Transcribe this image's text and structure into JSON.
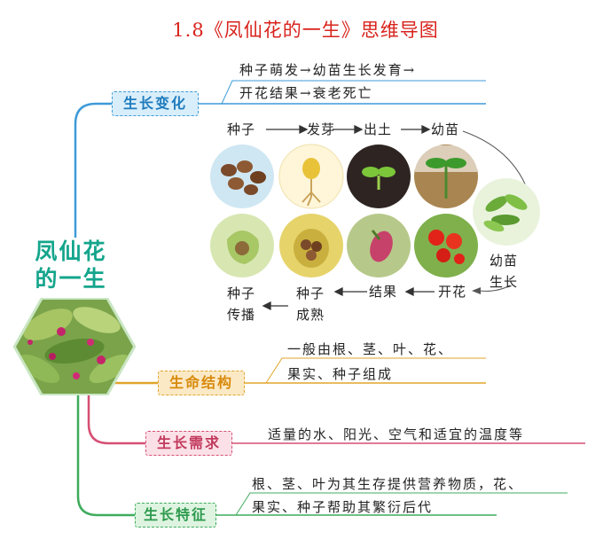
{
  "title": "1.8《凤仙花的一生》思维导图",
  "central": {
    "line1": "凤仙花",
    "line2": "的一生",
    "image": "impatiens-plant-photo"
  },
  "branches": {
    "growth_change": {
      "label": "生长变化",
      "summary": [
        "种子萌发→幼苗生长发育→",
        "开花结果→衰老死亡"
      ],
      "stages": [
        "种子",
        "发芽",
        "出土",
        "幼苗",
        "幼苗生长",
        "开花",
        "结果",
        "种子成熟",
        "种子传播"
      ],
      "color": "#3d9ad8"
    },
    "life_structure": {
      "label": "生命结构",
      "lines": [
        "一般由根、茎、叶、花、",
        "果实、种子组成"
      ],
      "color": "#e0a52a"
    },
    "growth_needs": {
      "label": "生长需求",
      "lines": [
        "适量的水、阳光、空气和适宜的温度等"
      ],
      "color": "#d64f74"
    },
    "growth_features": {
      "label": "生长特征",
      "lines": [
        "根、茎、叶为其生存提供营养物质，花、",
        "果实、种子帮助其繁衍后代"
      ],
      "color": "#3eac5c"
    }
  },
  "photos": [
    "seeds-photo",
    "germination-photo",
    "emergence-photo",
    "seedling-photo",
    "young-plant-photo",
    "flower-photo",
    "fruit-photo",
    "ripe-seeds-photo",
    "seed-dispersal-photo"
  ]
}
